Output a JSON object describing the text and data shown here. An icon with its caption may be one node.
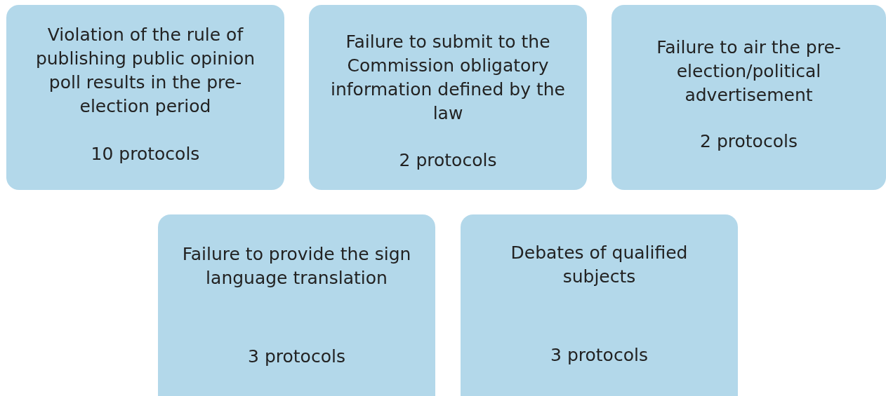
{
  "diagram": {
    "nodes": [
      {
        "text": [
          "Violation of the rule of publishing public opinion poll results in the pre-election period",
          "10 protocols"
        ]
      },
      {
        "text": [
          "Failure to submit to the Commission obligatory information defined by the law",
          "2 protocols"
        ]
      },
      {
        "text": [
          "Failure to air the pre-election/political advertisement",
          "2 protocols"
        ]
      },
      {
        "text": [
          "Failure to provide the sign language translation",
          "3 protocols"
        ]
      },
      {
        "text": [
          "Debates of qualified subjects",
          "3 protocols"
        ]
      }
    ]
  }
}
